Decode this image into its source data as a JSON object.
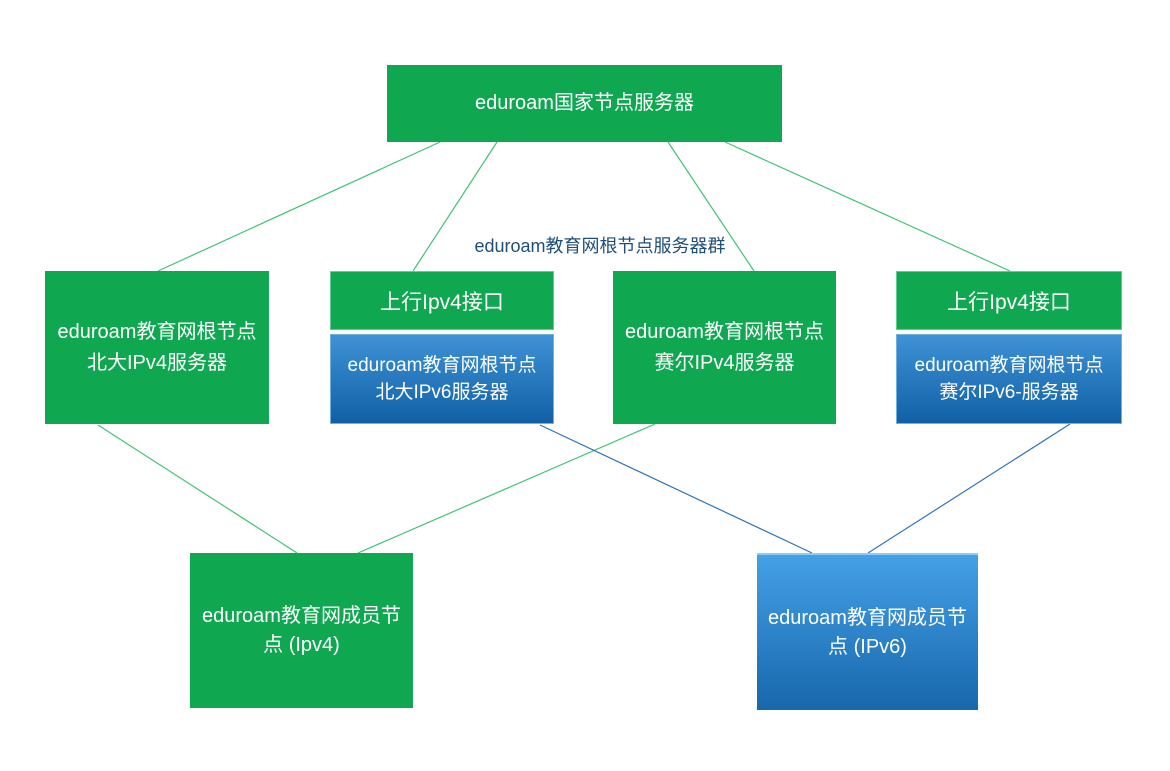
{
  "diagram": {
    "cluster_label": "eduroam教育网根节点服务器群",
    "nodes": {
      "national": {
        "label": "eduroam国家节点服务器"
      },
      "pku_ipv4": {
        "line1": "eduroam教育网根节点",
        "line2": "北大IPv4服务器"
      },
      "pku_ipv6": {
        "header": "上行Ipv4接口",
        "line1": "eduroam教育网根节点",
        "line2": "北大IPv6服务器"
      },
      "cernet_ipv4": {
        "line1": "eduroam教育网根节点",
        "line2": "赛尔IPv4服务器"
      },
      "cernet_ipv6": {
        "header": "上行Ipv4接口",
        "line1": "eduroam教育网根节点",
        "line2": "赛尔IPv6-服务器"
      },
      "member_ipv4": {
        "line1": "eduroam教育网成员节",
        "line2": "点 (Ipv4)"
      },
      "member_ipv6": {
        "line1": "eduroam教育网成员节",
        "line2": "点 (IPv6)"
      }
    },
    "edges": [
      {
        "from": "national",
        "to": "pku_ipv4",
        "color": "green"
      },
      {
        "from": "national",
        "to": "pku_ipv6",
        "color": "green"
      },
      {
        "from": "national",
        "to": "cernet_ipv4",
        "color": "green"
      },
      {
        "from": "national",
        "to": "cernet_ipv6",
        "color": "green"
      },
      {
        "from": "pku_ipv4",
        "to": "member_ipv4",
        "color": "green"
      },
      {
        "from": "cernet_ipv4",
        "to": "member_ipv4",
        "color": "green"
      },
      {
        "from": "pku_ipv6",
        "to": "member_ipv6",
        "color": "blue"
      },
      {
        "from": "cernet_ipv6",
        "to": "member_ipv6",
        "color": "blue"
      }
    ],
    "colors": {
      "box_green": "#10A751",
      "green_rim": "#5fce90",
      "blue_top": "#3E92D5",
      "blue_bottom": "#1160A6",
      "blue_rim": "#6fb0e2",
      "mblue_top": "#45A0E6",
      "mblue_bottom": "#1767AC",
      "mblue_rim": "#8CCBF5",
      "line_green": "#3FC476",
      "line_blue": "#2E75B6",
      "label_color": "#1F4E79",
      "text_white": "#FFFFFF"
    }
  }
}
